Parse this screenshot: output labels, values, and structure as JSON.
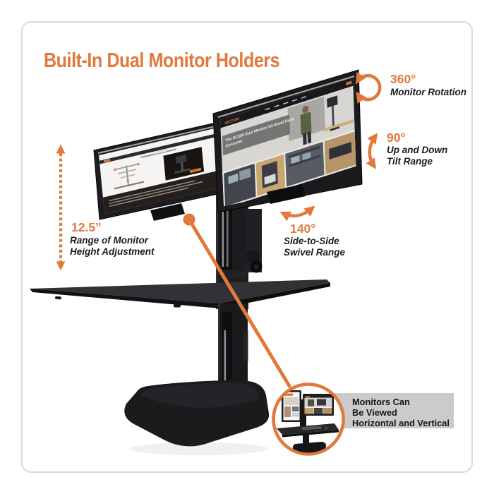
{
  "title": "Built-In Dual Monitor Holders",
  "colors": {
    "accent": "#e1793d",
    "ink": "#1b1b1b",
    "frame_border": "#dadada",
    "callout_bg": "#cbcbcb",
    "product_black": "#1c1c1e",
    "screen_bg": "#f3f2f0"
  },
  "annotations": {
    "rotation": {
      "value": "360°",
      "lines": [
        "Monitor Rotation"
      ]
    },
    "tilt": {
      "value": "90°",
      "lines": [
        "Up and Down",
        "Tilt Range"
      ]
    },
    "swivel": {
      "value": "140°",
      "lines": [
        "Side-to-Side",
        "Swivel Range"
      ]
    },
    "height": {
      "value": "12.5”",
      "lines": [
        "Range of Monitor",
        "Height Adjustment"
      ]
    }
  },
  "callout": {
    "lines": [
      "Monitors Can",
      "Be Viewed",
      "Horizontal and Vertical"
    ]
  },
  "screens": {
    "brand": "VICTOR",
    "hero_line1": "The DC350 Dual Monitor Sit-Stand Desk",
    "hero_line2": "Converter"
  }
}
